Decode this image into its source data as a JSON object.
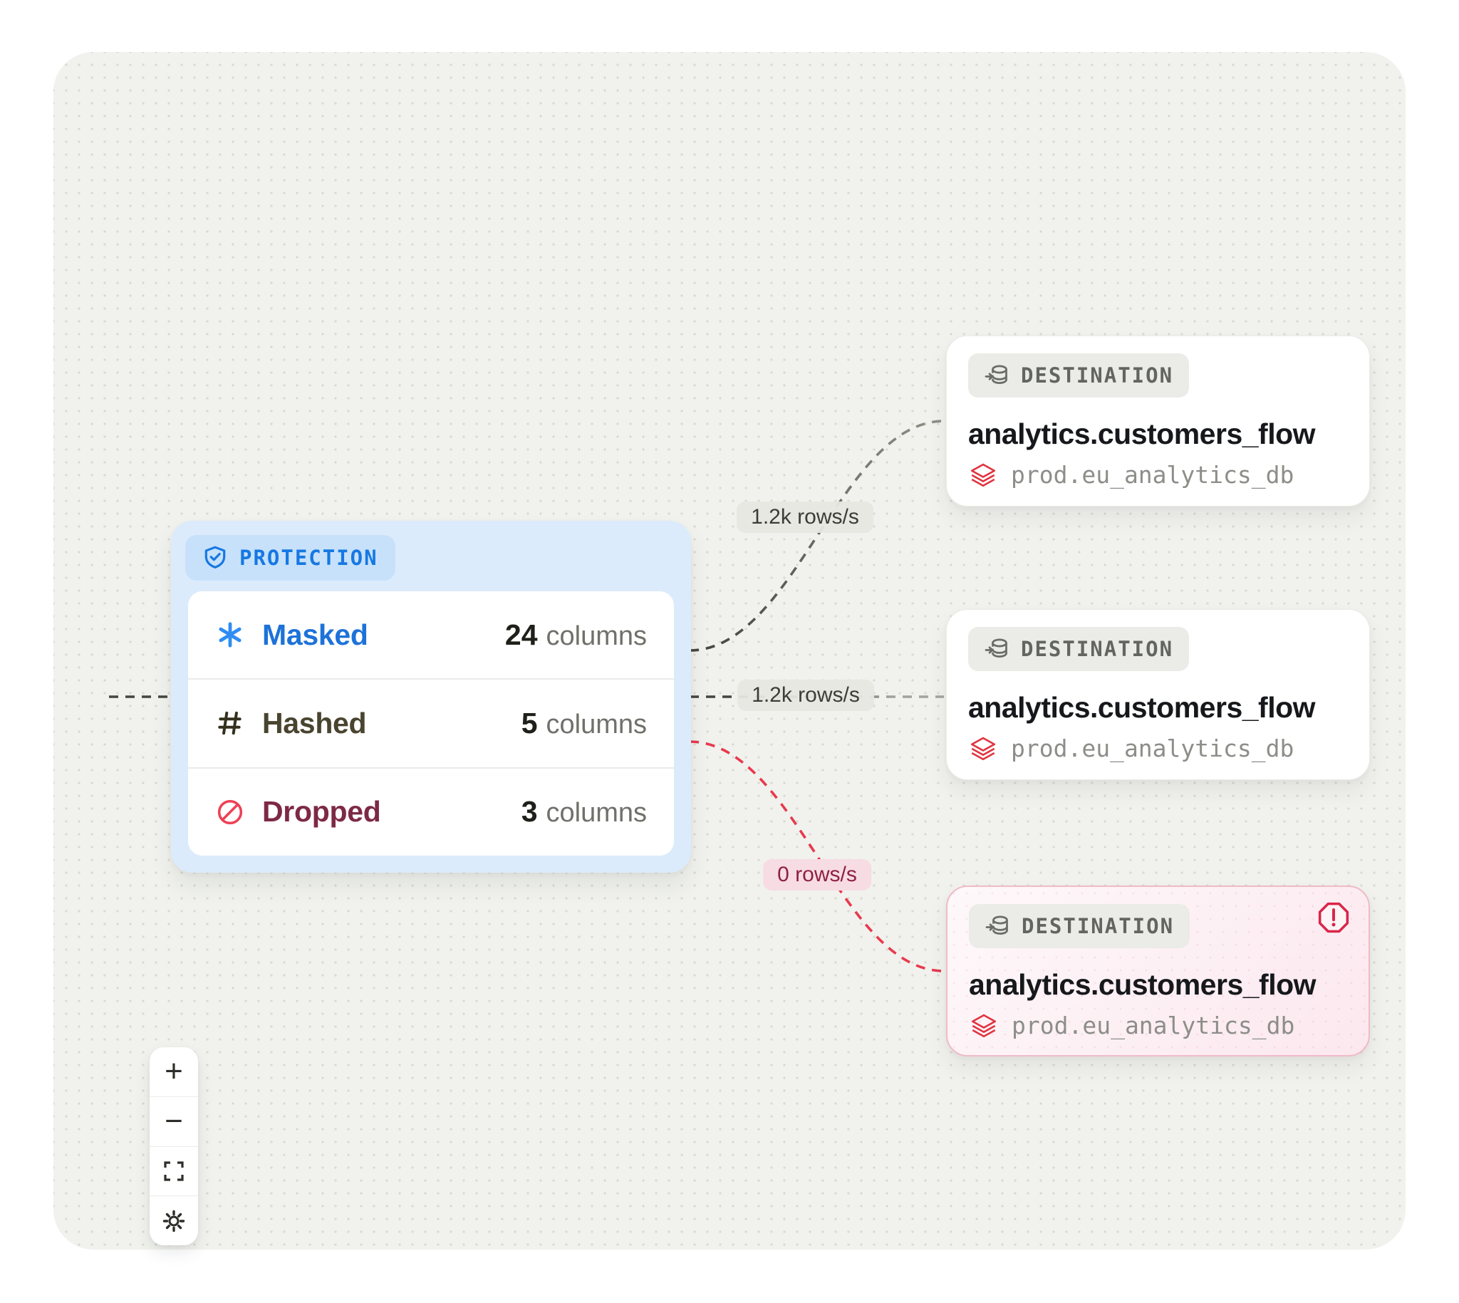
{
  "colors": {
    "canvas_bg": "#f1f2ed",
    "accent_blue": "#1678e2",
    "node_blue_bg": "#dcebfb",
    "masked_blue": "#1d72d8",
    "hashed_dark": "#49442f",
    "dropped_maroon": "#7d2946",
    "danger_red": "#da2a47",
    "databricks_red": "#e1333f",
    "edge_dark": "#45453f",
    "edge_light": "#a3a39c",
    "edge_red": "#e8394e",
    "error_card_bg": "#fdf0f4",
    "error_card_border": "#efbbc8"
  },
  "protection": {
    "badge_label": "PROTECTION",
    "badge_icon": "shield-check-icon",
    "rows": [
      {
        "icon": "asterisk-icon",
        "label": "Masked",
        "count": "24",
        "unit": "columns"
      },
      {
        "icon": "hash-icon",
        "label": "Hashed",
        "count": "5",
        "unit": "columns"
      },
      {
        "icon": "no-entry-icon",
        "label": "Dropped",
        "count": "3",
        "unit": "columns"
      }
    ]
  },
  "destinations": [
    {
      "badge": "DESTINATION",
      "badge_icon": "database-in-icon",
      "title": "analytics.customers_flow",
      "source_icon": "databricks-icon",
      "source": "prod.eu_analytics_db",
      "status": "ok"
    },
    {
      "badge": "DESTINATION",
      "badge_icon": "database-in-icon",
      "title": "analytics.customers_flow",
      "source_icon": "databricks-icon",
      "source": "prod.eu_analytics_db",
      "status": "ok"
    },
    {
      "badge": "DESTINATION",
      "badge_icon": "database-in-icon",
      "title": "analytics.customers_flow",
      "source_icon": "databricks-icon",
      "source": "prod.eu_analytics_db",
      "status": "error",
      "error_icon": "alert-octagon-icon"
    }
  ],
  "edges": [
    {
      "label": "1.2k rows/s",
      "tone": "neutral"
    },
    {
      "label": "1.2k rows/s",
      "tone": "neutral"
    },
    {
      "label": "0 rows/s",
      "tone": "error"
    }
  ],
  "controls": {
    "zoom_in": "+",
    "zoom_out": "−"
  }
}
